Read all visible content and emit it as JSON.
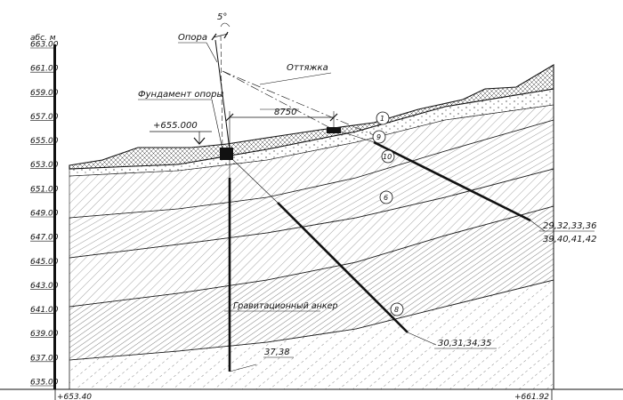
{
  "axis": {
    "unit_label": "абс. м",
    "elevations": [
      "663.00",
      "661.00",
      "659.00",
      "657.00",
      "655.00",
      "653.00",
      "651.00",
      "649.00",
      "647.00",
      "645.00",
      "643.00",
      "641.00",
      "639.00",
      "637.00",
      "635.00"
    ]
  },
  "labels": {
    "angle": "5°",
    "support": "Опора",
    "guy_wire": "Оттяжка",
    "foundation": "Фундамент опоры",
    "ground_level": "+655.000",
    "distance": "8750",
    "gravity_anchor": "Гравитационный анкер",
    "anchors_right_1": "29,32,33,36",
    "anchors_right_2": "39,40,41,42",
    "anchors_mid": "30,31,34,35",
    "anchors_vertical": "37,38",
    "bottom_left": "+653.40",
    "bottom_right": "+661.92"
  },
  "layer_markers": [
    "1",
    "9",
    "10",
    "6",
    "8"
  ],
  "colors": {
    "line": "#111111",
    "hatch": "#555555",
    "background": "#ffffff"
  }
}
